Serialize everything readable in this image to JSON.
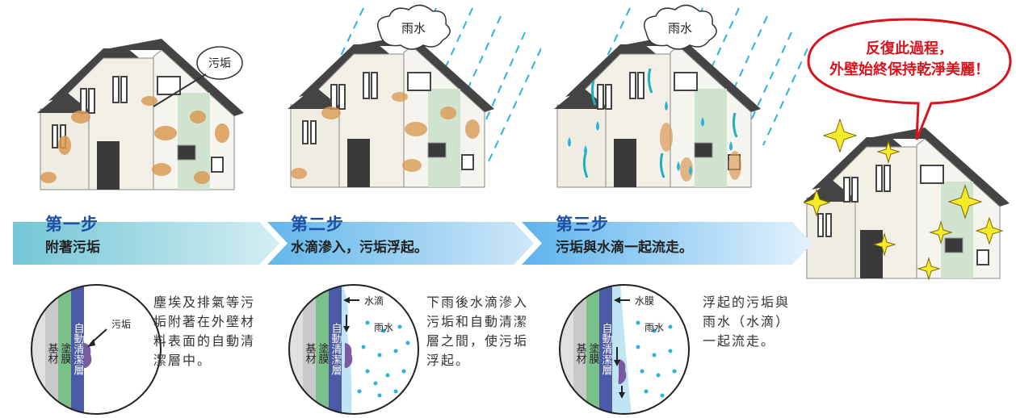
{
  "houses": {
    "house1": {
      "bubble_label": "污垢"
    },
    "house2": {
      "cloud_label": "雨水"
    },
    "house3": {
      "cloud_label": "雨水"
    },
    "house4": {
      "callout_line1": "反復此過程，",
      "callout_line2": "外壁始終保持乾淨美麗！"
    }
  },
  "steps": [
    {
      "title": "第一步",
      "desc": "附著污垢"
    },
    {
      "title": "第二步",
      "desc": "水滴滲入，污垢浮起。"
    },
    {
      "title": "第三步",
      "desc": "污垢與水滴一起流走。"
    }
  ],
  "cross_sections": {
    "layer_labels": {
      "base": "基材",
      "paint": "塗膜",
      "self_clean": "自動清潔層"
    },
    "section1": {
      "dirt_label": "污垢"
    },
    "section2": {
      "water_drop_label": "水滴",
      "rain_label": "雨水"
    },
    "section3": {
      "water_film_label": "水膜",
      "rain_label": "雨水"
    }
  },
  "descriptions": {
    "step1": [
      "塵埃及排氣等污",
      "垢附著在外壁材",
      "料表面的自動清",
      "潔層中。"
    ],
    "step2": [
      "下雨後水滴滲入",
      "污垢和自動清潔",
      "層之間，使污垢",
      "浮起。"
    ],
    "step3": [
      "浮起的污垢與",
      "雨水（水滴）",
      "一起流走。"
    ]
  },
  "colors": {
    "step_title": "#1f4fa3",
    "callout": "#d7141c",
    "self_clean_layer": "#4b5aa6",
    "paint_layer": "#7bbf8a",
    "base_layer": "#c9c9c9",
    "dirt": "#7a5ba0",
    "rain": "#2bb3dd"
  }
}
